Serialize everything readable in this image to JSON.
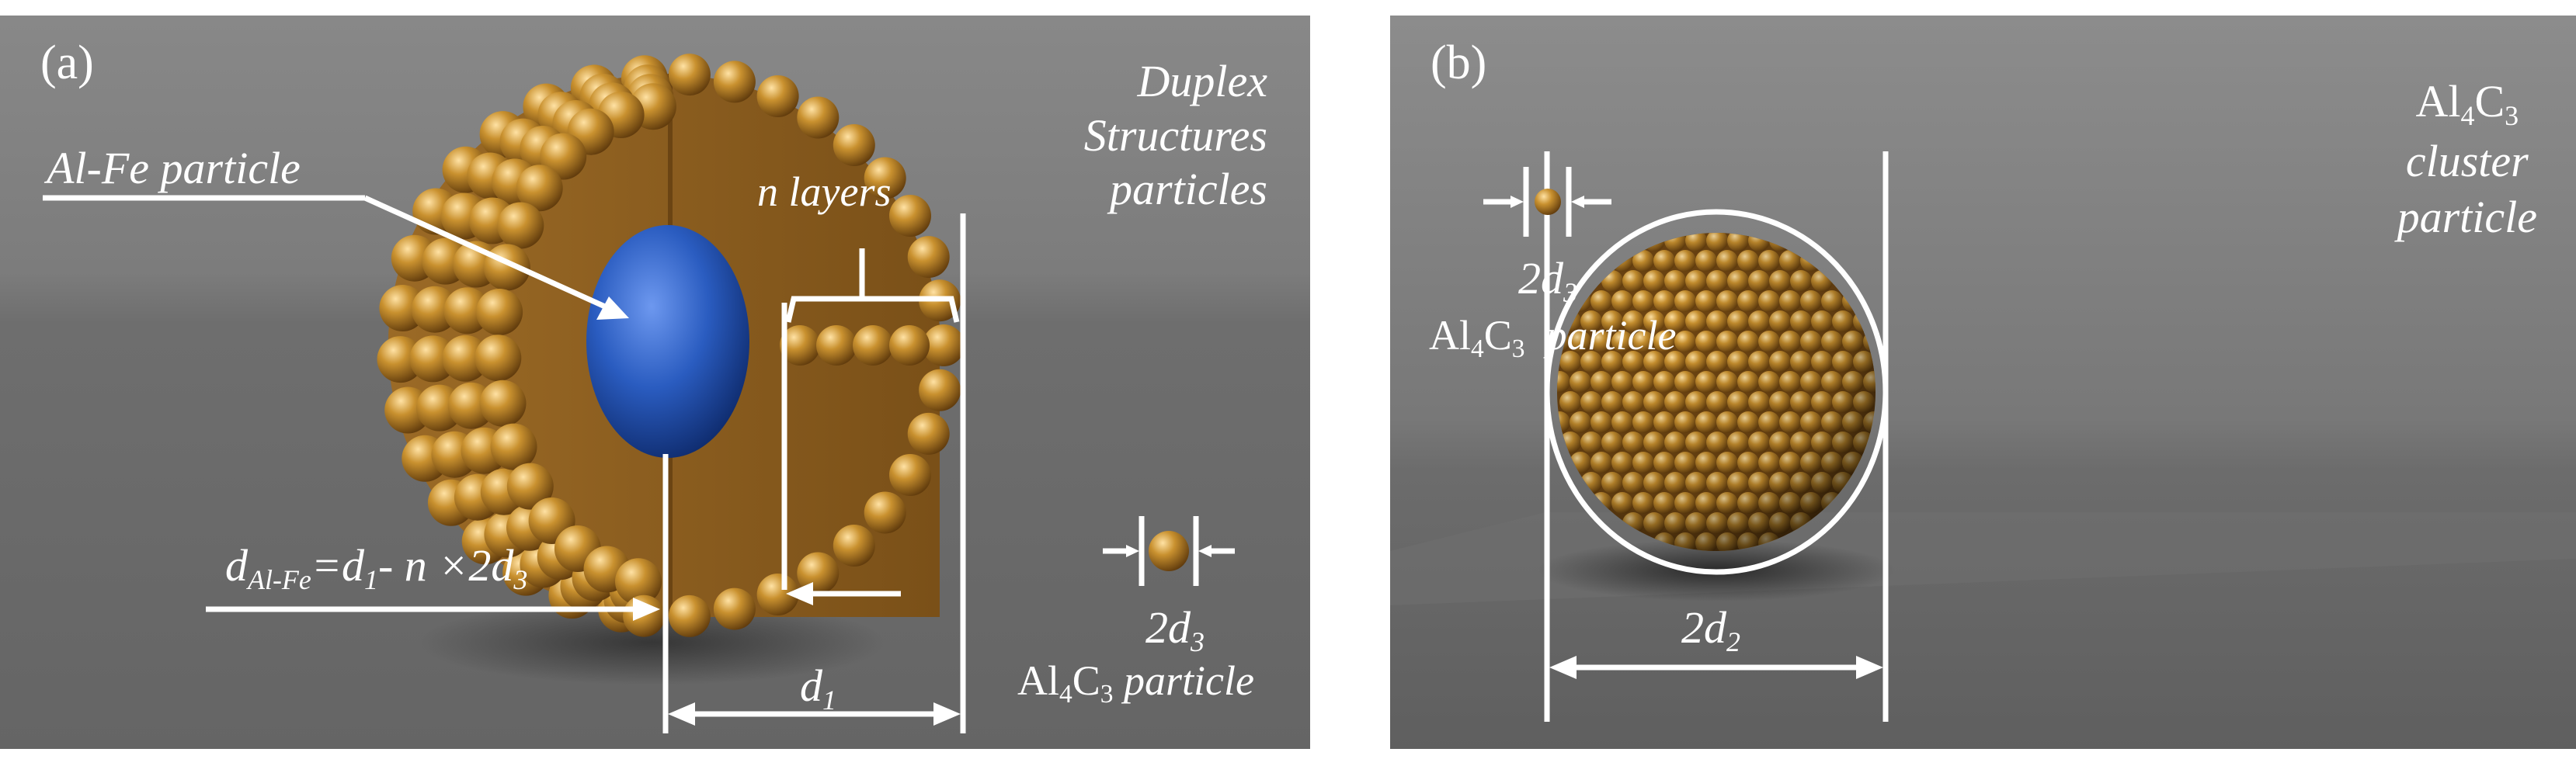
{
  "panel_a": {
    "letter": "(a)",
    "title": [
      "Duplex",
      "Structures",
      "particles"
    ],
    "core_label": "Al-Fe particle",
    "layers_label": "n layers",
    "formula": {
      "d": "d",
      "d_sub": "Al-Fe",
      "eq": "=d",
      "one": "1",
      "rest": "- n ×2d",
      "three": "3"
    },
    "d1": {
      "d": "d",
      "sub": "1"
    },
    "size": {
      "pre": "2d",
      "sub": "3"
    },
    "al4c3": {
      "al": "Al",
      "four": "4",
      "c": "C",
      "three": "3",
      "suffix": " particle"
    }
  },
  "panel_b": {
    "letter": "(b)",
    "title": {
      "al": "Al",
      "four": "4",
      "c": "C",
      "three": "3",
      "line2": "cluster",
      "line3": "particle"
    },
    "size": {
      "pre": "2d",
      "sub": "3"
    },
    "al4c3": {
      "al": "Al",
      "four": "4",
      "c": "C",
      "three": "3",
      "suffix": "particle"
    },
    "d2": {
      "pre": "2d",
      "sub": "2"
    }
  },
  "colors": {
    "background": "#7a7a7a",
    "gold": "#c58a2e",
    "core_blue": "#2a5cc0",
    "annotation": "#ffffff"
  }
}
